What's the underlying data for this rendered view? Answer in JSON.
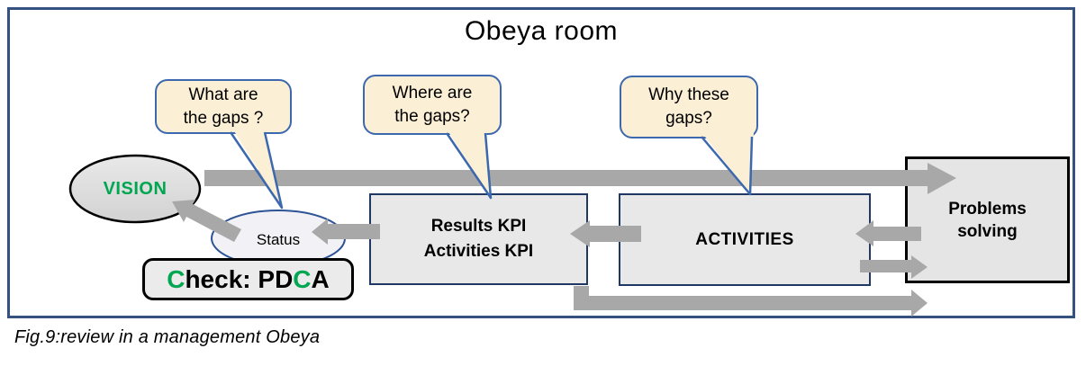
{
  "title": "Obeya room",
  "caption": "Fig.9:review in a management Obeya",
  "bubbles": [
    {
      "line1": "What are",
      "line2": "the gaps ?"
    },
    {
      "line1": "Where are",
      "line2": "the  gaps?"
    },
    {
      "line1": "Why these",
      "line2": "gaps?"
    }
  ],
  "nodes": {
    "vision": {
      "label": "VISION"
    },
    "status": {
      "label": "Status"
    },
    "results": {
      "line1": "Results KPI",
      "line2": "Activities KPI"
    },
    "activities": {
      "label": "ACTIVITIES"
    },
    "problems": {
      "line1": "Problems",
      "line2": "solving"
    }
  },
  "check": {
    "c1": "C",
    "mid": "heck: ",
    "pd": "PD",
    "c2": "C",
    "a": "A"
  },
  "colors": {
    "accent_green": "#00A650",
    "frame_navy": "#34517F",
    "box_border_navy": "#1F3864",
    "bubble_border_blue": "#3C69AD",
    "bubble_fill": "#FBEFD5",
    "arrow_gray": "#A8A8A8",
    "box_fill": "#E8E8E8"
  }
}
